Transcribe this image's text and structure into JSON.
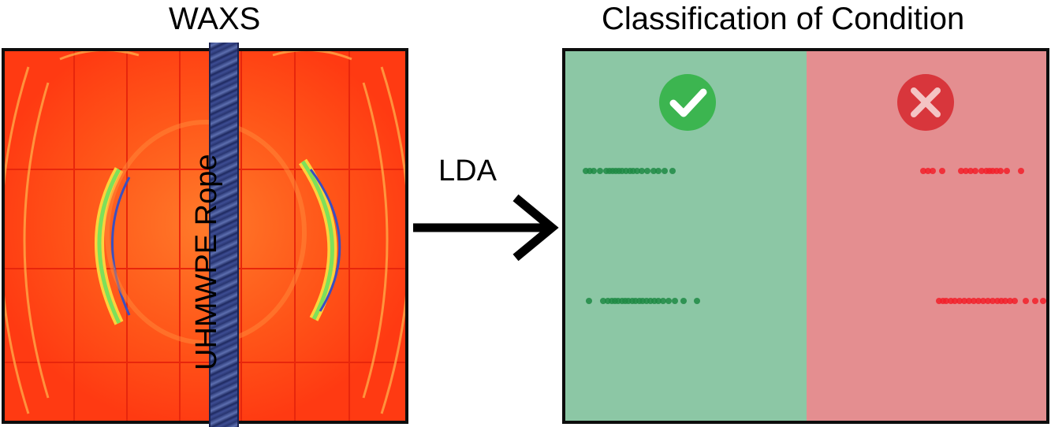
{
  "titles": {
    "waxs": "WAXS",
    "classification": "Classification of Condition"
  },
  "labels": {
    "rope": "UHMWPE Rope",
    "lda": "LDA"
  },
  "icons": {
    "pass": "check-circle-icon",
    "fail": "x-circle-icon"
  },
  "colors": {
    "waxs_background": "#ff3a12",
    "rope": "#3d4d93",
    "good_region": "#8cc7a5",
    "bad_region": "#e48e90",
    "good_points": "#1e8a44",
    "bad_points": "#f2202a",
    "check_icon": "#3cb550",
    "x_icon": "#d8363c"
  }
}
